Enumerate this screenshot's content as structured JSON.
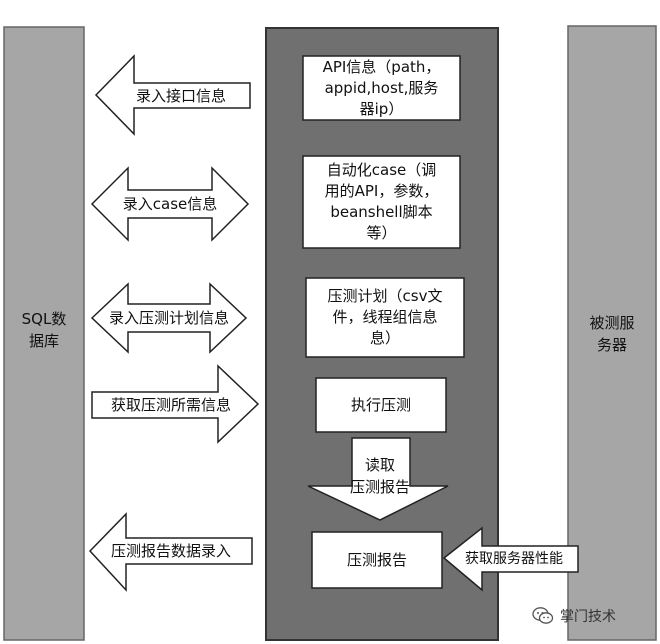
{
  "left_db": {
    "label": "SQL数\n据库",
    "fill": "#a6a6a6"
  },
  "right_server": {
    "label": "被测服\n务器",
    "fill": "#a6a6a6"
  },
  "center_panel": {
    "fill": "#707070"
  },
  "boxes": [
    {
      "key": "api",
      "text": "API信息（path，\nappid,host,服务\n器ip）"
    },
    {
      "key": "case",
      "text": "自动化case（调\n用的API，参数，\nbeanshell脚本\n等）"
    },
    {
      "key": "plan",
      "text": "压测计划（csv文\n件，线程组信息\n息）"
    },
    {
      "key": "exec",
      "text": "执行压测"
    },
    {
      "key": "report",
      "text": "压测报告"
    }
  ],
  "arrows": {
    "record_api": "录入接口信息",
    "record_case": "录入case信息",
    "record_plan": "录入压测计划信息",
    "fetch_info": "获取压测所需信息",
    "record_report": "压测报告数据录入",
    "read_report": "读取\n压测报告",
    "server_perf": "获取服务器性能"
  },
  "watermark": {
    "text": "掌门技术",
    "icon": "wechat-icon"
  }
}
